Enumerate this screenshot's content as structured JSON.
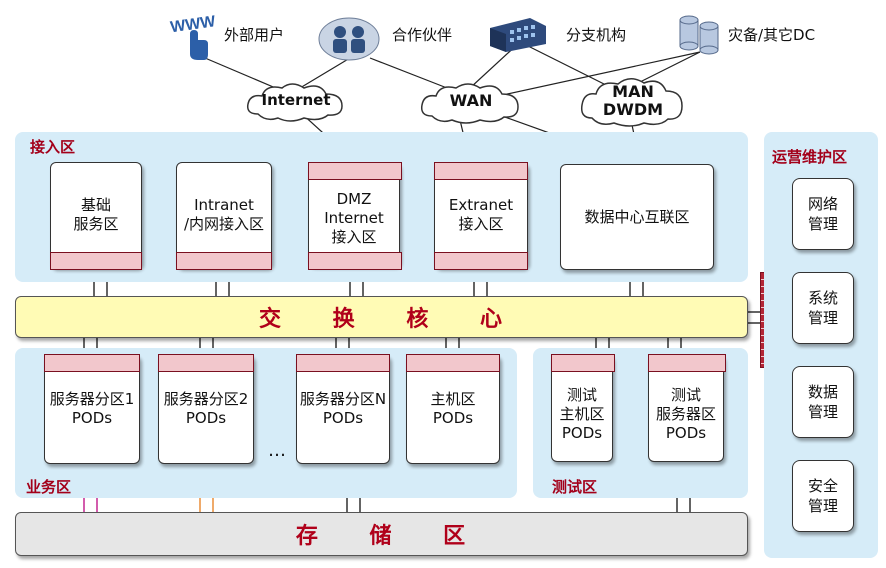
{
  "top": {
    "external_users": "外部用户",
    "partners": "合作伙伴",
    "branches": "分支机构",
    "dr_dc": "灾备/其它DC"
  },
  "clouds": {
    "internet": "Internet",
    "wan": "WAN",
    "man": "MAN\nDWDM"
  },
  "access_zone": {
    "title": "接入区",
    "boxes": [
      "基础\n服务区",
      "Intranet\n/内网接入区",
      "DMZ\nInternet\n接入区",
      "Extranet\n接入区",
      "数据中心互联区"
    ]
  },
  "core": {
    "label": "交 换 核 心"
  },
  "business_zone": {
    "title": "业务区",
    "boxes": [
      "服务器分区1\nPODs",
      "服务器分区2\nPODs",
      "服务器分区N\nPODs",
      "主机区\nPODs"
    ],
    "ellipsis": "…"
  },
  "test_zone": {
    "title": "测试区",
    "boxes": [
      "测试\n主机区\nPODs",
      "测试\n服务器区\nPODs"
    ]
  },
  "storage": {
    "label": "存 储 区"
  },
  "ops_zone": {
    "title": "运营维护区",
    "boxes": [
      "网络\n管理",
      "系统\n管理",
      "数据\n管理",
      "安全\n管理"
    ]
  },
  "colors": {
    "zone_bg": "#d6ecf8",
    "title_red": "#a3001a",
    "core_bar": "#fffbb5",
    "storage_bar": "#e6e6e6",
    "firewall": "#b32636"
  }
}
